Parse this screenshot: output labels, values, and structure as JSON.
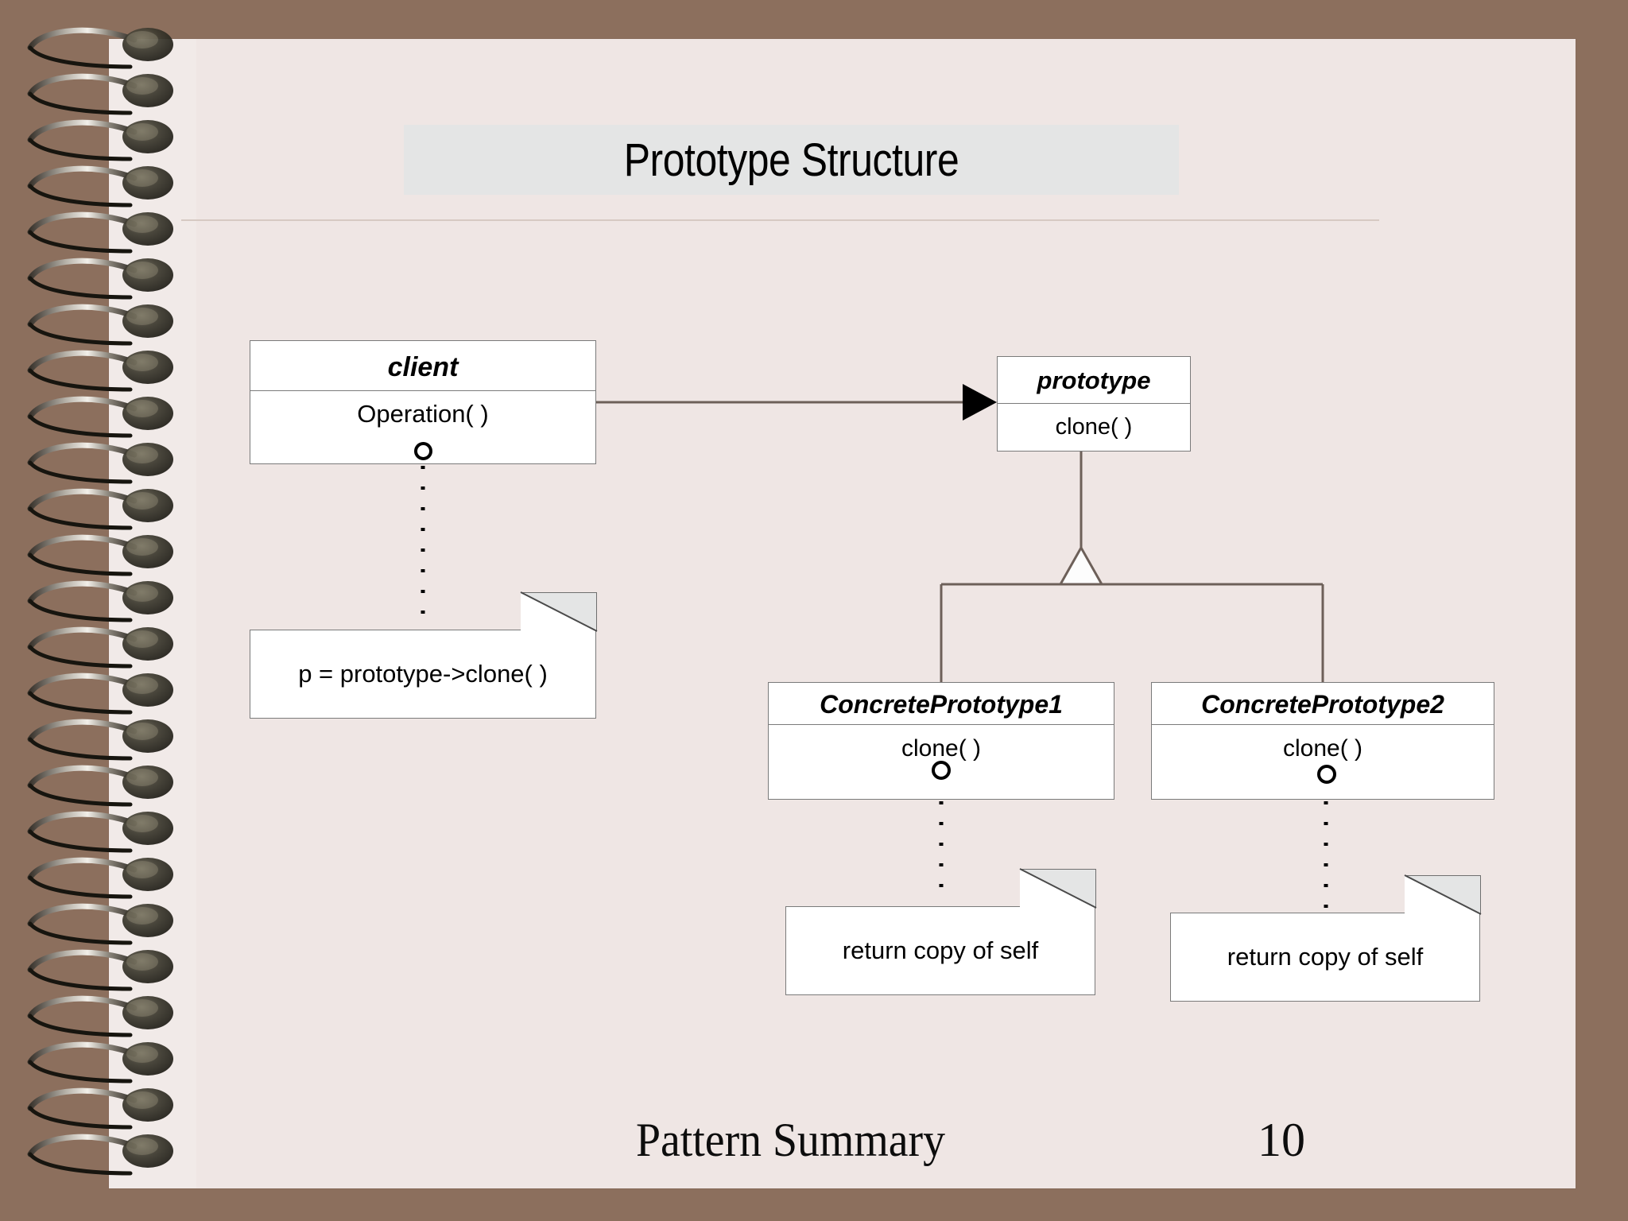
{
  "slide": {
    "title": "Prototype Structure",
    "footer_label": "Pattern Summary",
    "page_number": "10",
    "background_color": "#8c6f5d",
    "page_color": "#efe6e4",
    "title_banner_color": "#e4e5e5"
  },
  "diagram": {
    "classes": [
      {
        "id": "client",
        "name": "client",
        "operation": "Operation( )"
      },
      {
        "id": "prototype",
        "name": "prototype",
        "operation": "clone( )"
      },
      {
        "id": "concrete1",
        "name": "ConcretePrototype1",
        "operation": "clone( )"
      },
      {
        "id": "concrete2",
        "name": "ConcretePrototype2",
        "operation": "clone( )"
      }
    ],
    "notes": [
      {
        "id": "note-client",
        "text": "p = prototype->clone( )"
      },
      {
        "id": "note-cp1",
        "text": "return copy of self"
      },
      {
        "id": "note-cp2",
        "text": "return copy of self"
      }
    ],
    "relations": [
      {
        "id": "client-to-prototype",
        "type": "association-arrow",
        "from": "client",
        "to": "prototype"
      },
      {
        "id": "concrete1-generalization",
        "type": "generalization",
        "from": "concrete1",
        "to": "prototype"
      },
      {
        "id": "concrete2-generalization",
        "type": "generalization",
        "from": "concrete2",
        "to": "prototype"
      },
      {
        "id": "client-note-link",
        "type": "note-anchor-dotted",
        "from": "client",
        "to": "note-client"
      },
      {
        "id": "concrete1-note-link",
        "type": "note-anchor-dotted",
        "from": "concrete1",
        "to": "note-cp1"
      },
      {
        "id": "concrete2-note-link",
        "type": "note-anchor-dotted",
        "from": "concrete2",
        "to": "note-cp2"
      }
    ]
  }
}
